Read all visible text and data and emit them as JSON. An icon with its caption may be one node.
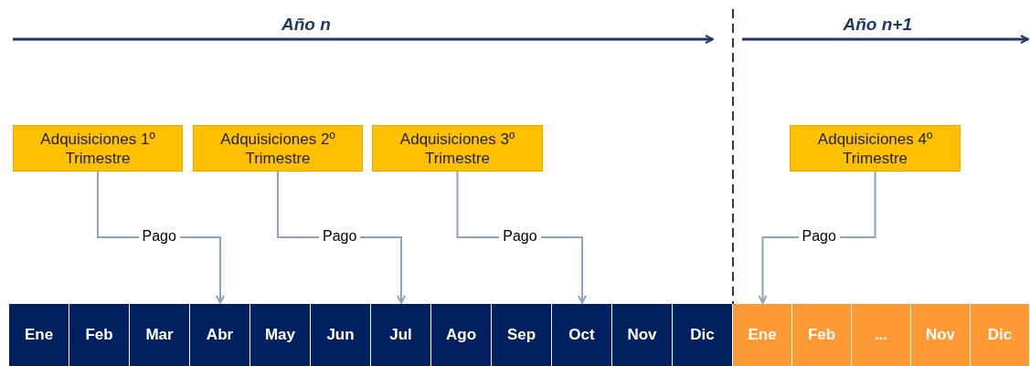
{
  "diagram": {
    "nodes": [
      {
        "text": [
          "Adquisiciones 1º Trimestre"
        ]
      },
      {
        "text": [
          "Adquisiciones 2º Trimestre"
        ]
      },
      {
        "text": [
          "Adquisiciones 3º Trimestre"
        ]
      },
      {
        "text": [
          "Adquisiciones 4º Trimestre"
        ]
      },
      {
        "text": [
          "Ene"
        ]
      },
      {
        "text": [
          "Feb"
        ]
      },
      {
        "text": [
          "Mar"
        ]
      },
      {
        "text": [
          "Abr"
        ]
      },
      {
        "text": [
          "May"
        ]
      },
      {
        "text": [
          "Jun"
        ]
      },
      {
        "text": [
          "Jul"
        ]
      },
      {
        "text": [
          "Ago"
        ]
      },
      {
        "text": [
          "Sep"
        ]
      },
      {
        "text": [
          "Oct"
        ]
      },
      {
        "text": [
          "Nov"
        ]
      },
      {
        "text": [
          "Dic"
        ]
      },
      {
        "text": [
          "Ene"
        ]
      },
      {
        "text": [
          "Feb"
        ]
      },
      {
        "text": [
          "..."
        ]
      },
      {
        "text": [
          "Nov"
        ]
      },
      {
        "text": [
          "Dic"
        ]
      }
    ],
    "edges": [
      {
        "from": 0,
        "to": 7,
        "arrow": "to",
        "label": "Pago"
      },
      {
        "from": 1,
        "to": 10,
        "arrow": "to",
        "label": "Pago"
      },
      {
        "from": 2,
        "to": 13,
        "arrow": "to",
        "label": "Pago"
      },
      {
        "from": 3,
        "to": 16,
        "arrow": "to",
        "label": "Pago"
      }
    ],
    "labels": [
      "Año n",
      "Año n+1"
    ]
  }
}
